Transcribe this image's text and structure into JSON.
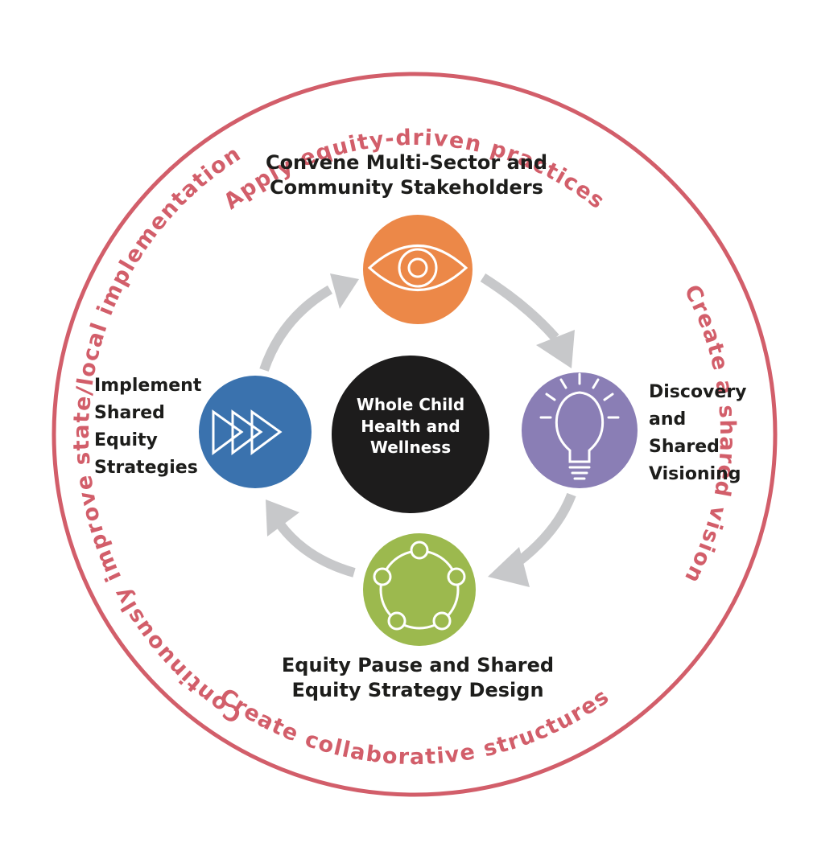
{
  "outer_ring": {
    "top": "Apply equity-driven practices",
    "right": "Create a shared vision",
    "bottom": "Create collaborative structures",
    "left": "Continuously improve state/local implementation"
  },
  "center": {
    "lines": [
      "Whole Child",
      "Health and",
      "Wellness"
    ]
  },
  "stages": {
    "convene": {
      "lines": [
        "Convene Multi-Sector and",
        "Community Stakeholders"
      ],
      "icon": "eye-icon"
    },
    "discovery": {
      "lines": [
        "Discovery",
        "and",
        "Shared",
        "Visioning"
      ],
      "icon": "lightbulb-icon"
    },
    "equity_pause": {
      "lines": [
        "Equity Pause and Shared",
        "Equity Strategy Design"
      ],
      "icon": "connected-people-circle-icon"
    },
    "implement": {
      "lines": [
        "Implement",
        "Shared",
        "Equity",
        "Strategies"
      ],
      "icon": "forward-triangles-icon"
    }
  },
  "colors": {
    "ring": "#d25e6a",
    "convene": "#ec8848",
    "discovery": "#8a7eb5",
    "equity_pause": "#9cb94e",
    "implement": "#3a72ae",
    "center": "#1d1c1c",
    "arrows": "#c7c8ca"
  }
}
